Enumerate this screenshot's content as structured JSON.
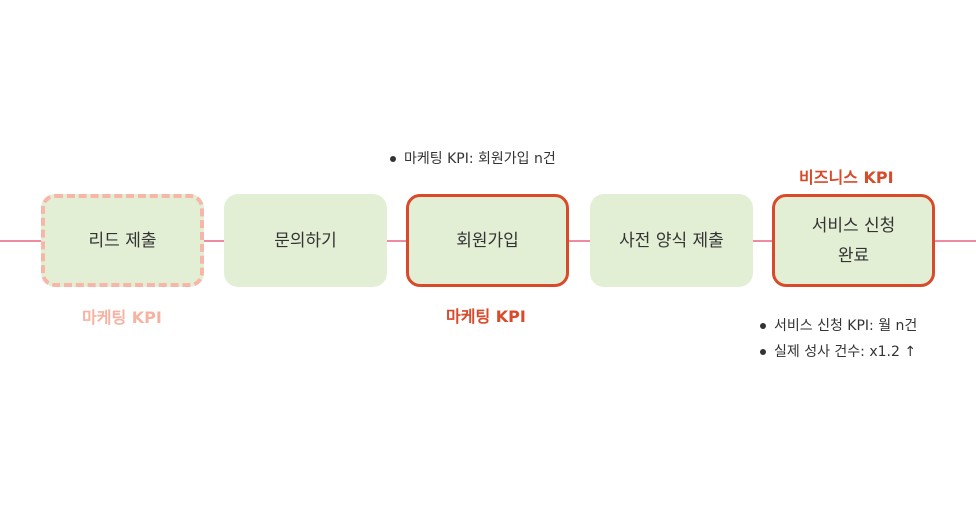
{
  "steps": [
    {
      "label": "리드 제출"
    },
    {
      "label": "문의하기"
    },
    {
      "label": "회원가입"
    },
    {
      "label": "사전 양식 제출"
    },
    {
      "label": "서비스 신청\n완료"
    }
  ],
  "kpis": {
    "lead_marketing": "마케팅 KPI",
    "signup_marketing": "마케팅 KPI",
    "business": "비즈니스 KPI"
  },
  "notes": {
    "signup": [
      "마케팅 KPI: 회원가입 n건"
    ],
    "service": [
      "서비스 신청 KPI: 월 n건",
      "실제 성사 건수: x1.2 ↑"
    ]
  },
  "colors": {
    "flow_line": "#f08aa0",
    "step_fill": "#e3efd5",
    "highlight_border": "#d94a2b",
    "dashed_border": "#f7b6a8",
    "faded_kpi": "#f7b3a2"
  }
}
